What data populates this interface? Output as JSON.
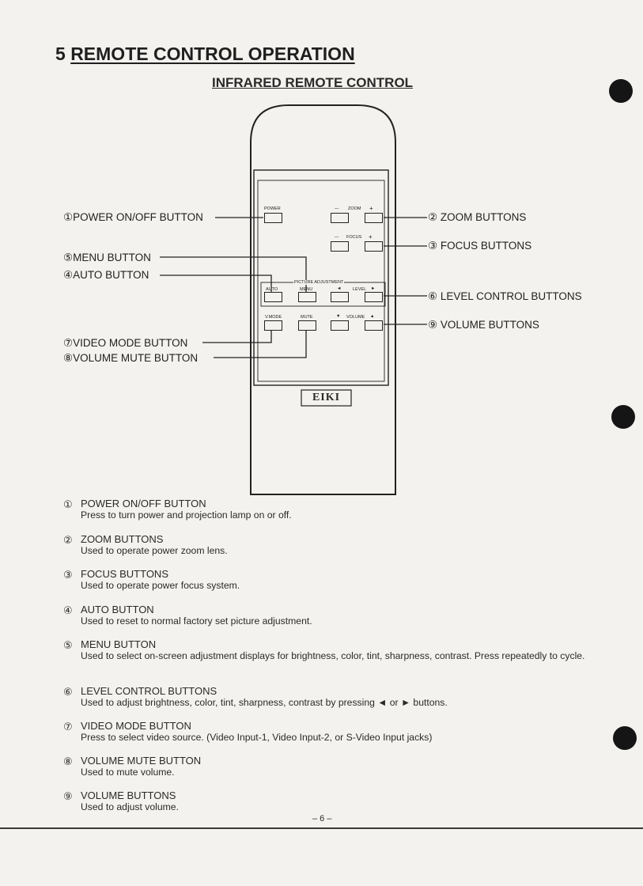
{
  "header": {
    "section_number": "5",
    "title": "REMOTE CONTROL OPERATION",
    "subtitle": "INFRARED REMOTE CONTROL"
  },
  "remote": {
    "brand": "EIKI",
    "labels": {
      "power": "POWER",
      "zoom_minus": "—",
      "zoom": "ZOOM",
      "zoom_plus": "+",
      "focus_minus": "—",
      "focus": "FOCUS",
      "focus_plus": "+",
      "picture_adjustment": "PICTURE ADJUSTMENT",
      "auto": "AUTO",
      "menu": "MENU",
      "level_left": "◄",
      "level": "LEVEL",
      "level_right": "►",
      "vmode": "V.MODE",
      "mute": "MUTE",
      "volume_down": "▼",
      "volume": "VOLUME",
      "volume_up": "▲"
    }
  },
  "callouts": [
    {
      "num": "①",
      "text": "POWER ON/OFF BUTTON"
    },
    {
      "num": "②",
      "text": "ZOOM BUTTONS"
    },
    {
      "num": "③",
      "text": "FOCUS BUTTONS"
    },
    {
      "num": "④",
      "text": "AUTO BUTTON"
    },
    {
      "num": "⑤",
      "text": "MENU BUTTON"
    },
    {
      "num": "⑥",
      "text": "LEVEL CONTROL BUTTONS"
    },
    {
      "num": "⑦",
      "text": "VIDEO MODE BUTTON"
    },
    {
      "num": "⑧",
      "text": "VOLUME MUTE BUTTON"
    },
    {
      "num": "⑨",
      "text": "VOLUME BUTTONS"
    }
  ],
  "descriptions": [
    {
      "num": "①",
      "title": "POWER ON/OFF BUTTON",
      "text": "Press to turn power and projection lamp on or off."
    },
    {
      "num": "②",
      "title": "ZOOM BUTTONS",
      "text": "Used to operate power zoom lens."
    },
    {
      "num": "③",
      "title": "FOCUS BUTTONS",
      "text": "Used to operate power focus system."
    },
    {
      "num": "④",
      "title": "AUTO BUTTON",
      "text": "Used to reset to normal factory set picture adjustment."
    },
    {
      "num": "⑤",
      "title": "MENU BUTTON",
      "text": "Used to select on-screen adjustment displays for brightness, color, tint, sharpness, contrast.  Press repeatedly to cycle."
    },
    {
      "num": "⑥",
      "title": "LEVEL CONTROL BUTTONS",
      "text": "Used to adjust brightness, color, tint, sharpness, contrast by pressing ◄ or ► buttons."
    },
    {
      "num": "⑦",
      "title": "VIDEO MODE BUTTON",
      "text": "Press to select video source.  (Video Input-1, Video Input-2, or S-Video Input jacks)"
    },
    {
      "num": "⑧",
      "title": "VOLUME MUTE BUTTON",
      "text": "Used to mute volume."
    },
    {
      "num": "⑨",
      "title": "VOLUME BUTTONS",
      "text": "Used to adjust volume."
    }
  ],
  "page_number": "– 6 –"
}
